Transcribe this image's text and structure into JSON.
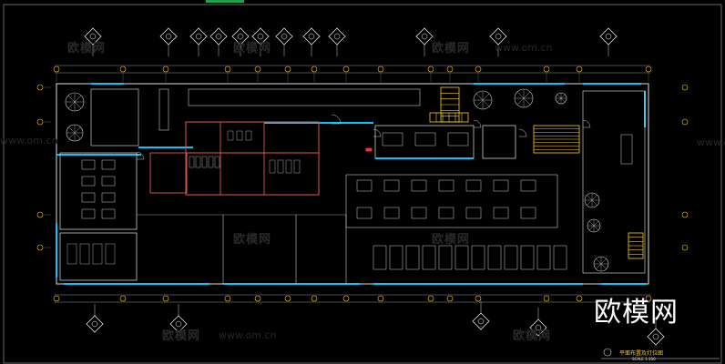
{
  "watermark": {
    "text": "欧模网",
    "url": "www.om.cn",
    "url_short": "www.om.cn"
  },
  "brand_logo_text": "欧模网",
  "drawing": {
    "title": "平面布置及灯位图",
    "scale": "SCALE 1:100"
  },
  "colors": {
    "background": "#000000",
    "wall": "#c8c8c8",
    "partition": "#e05a4a",
    "window": "#00c8ff",
    "furniture": "#cfcfcf",
    "stairs": "#ffd400",
    "grid_axis": "#ffcc00",
    "grid_bubble": "#dcdcdc",
    "tag_marker": "#ffffff"
  },
  "icons": [
    "grid-axis-marker",
    "section-tag-marker",
    "staircase",
    "tree-symbol",
    "door-swing"
  ]
}
